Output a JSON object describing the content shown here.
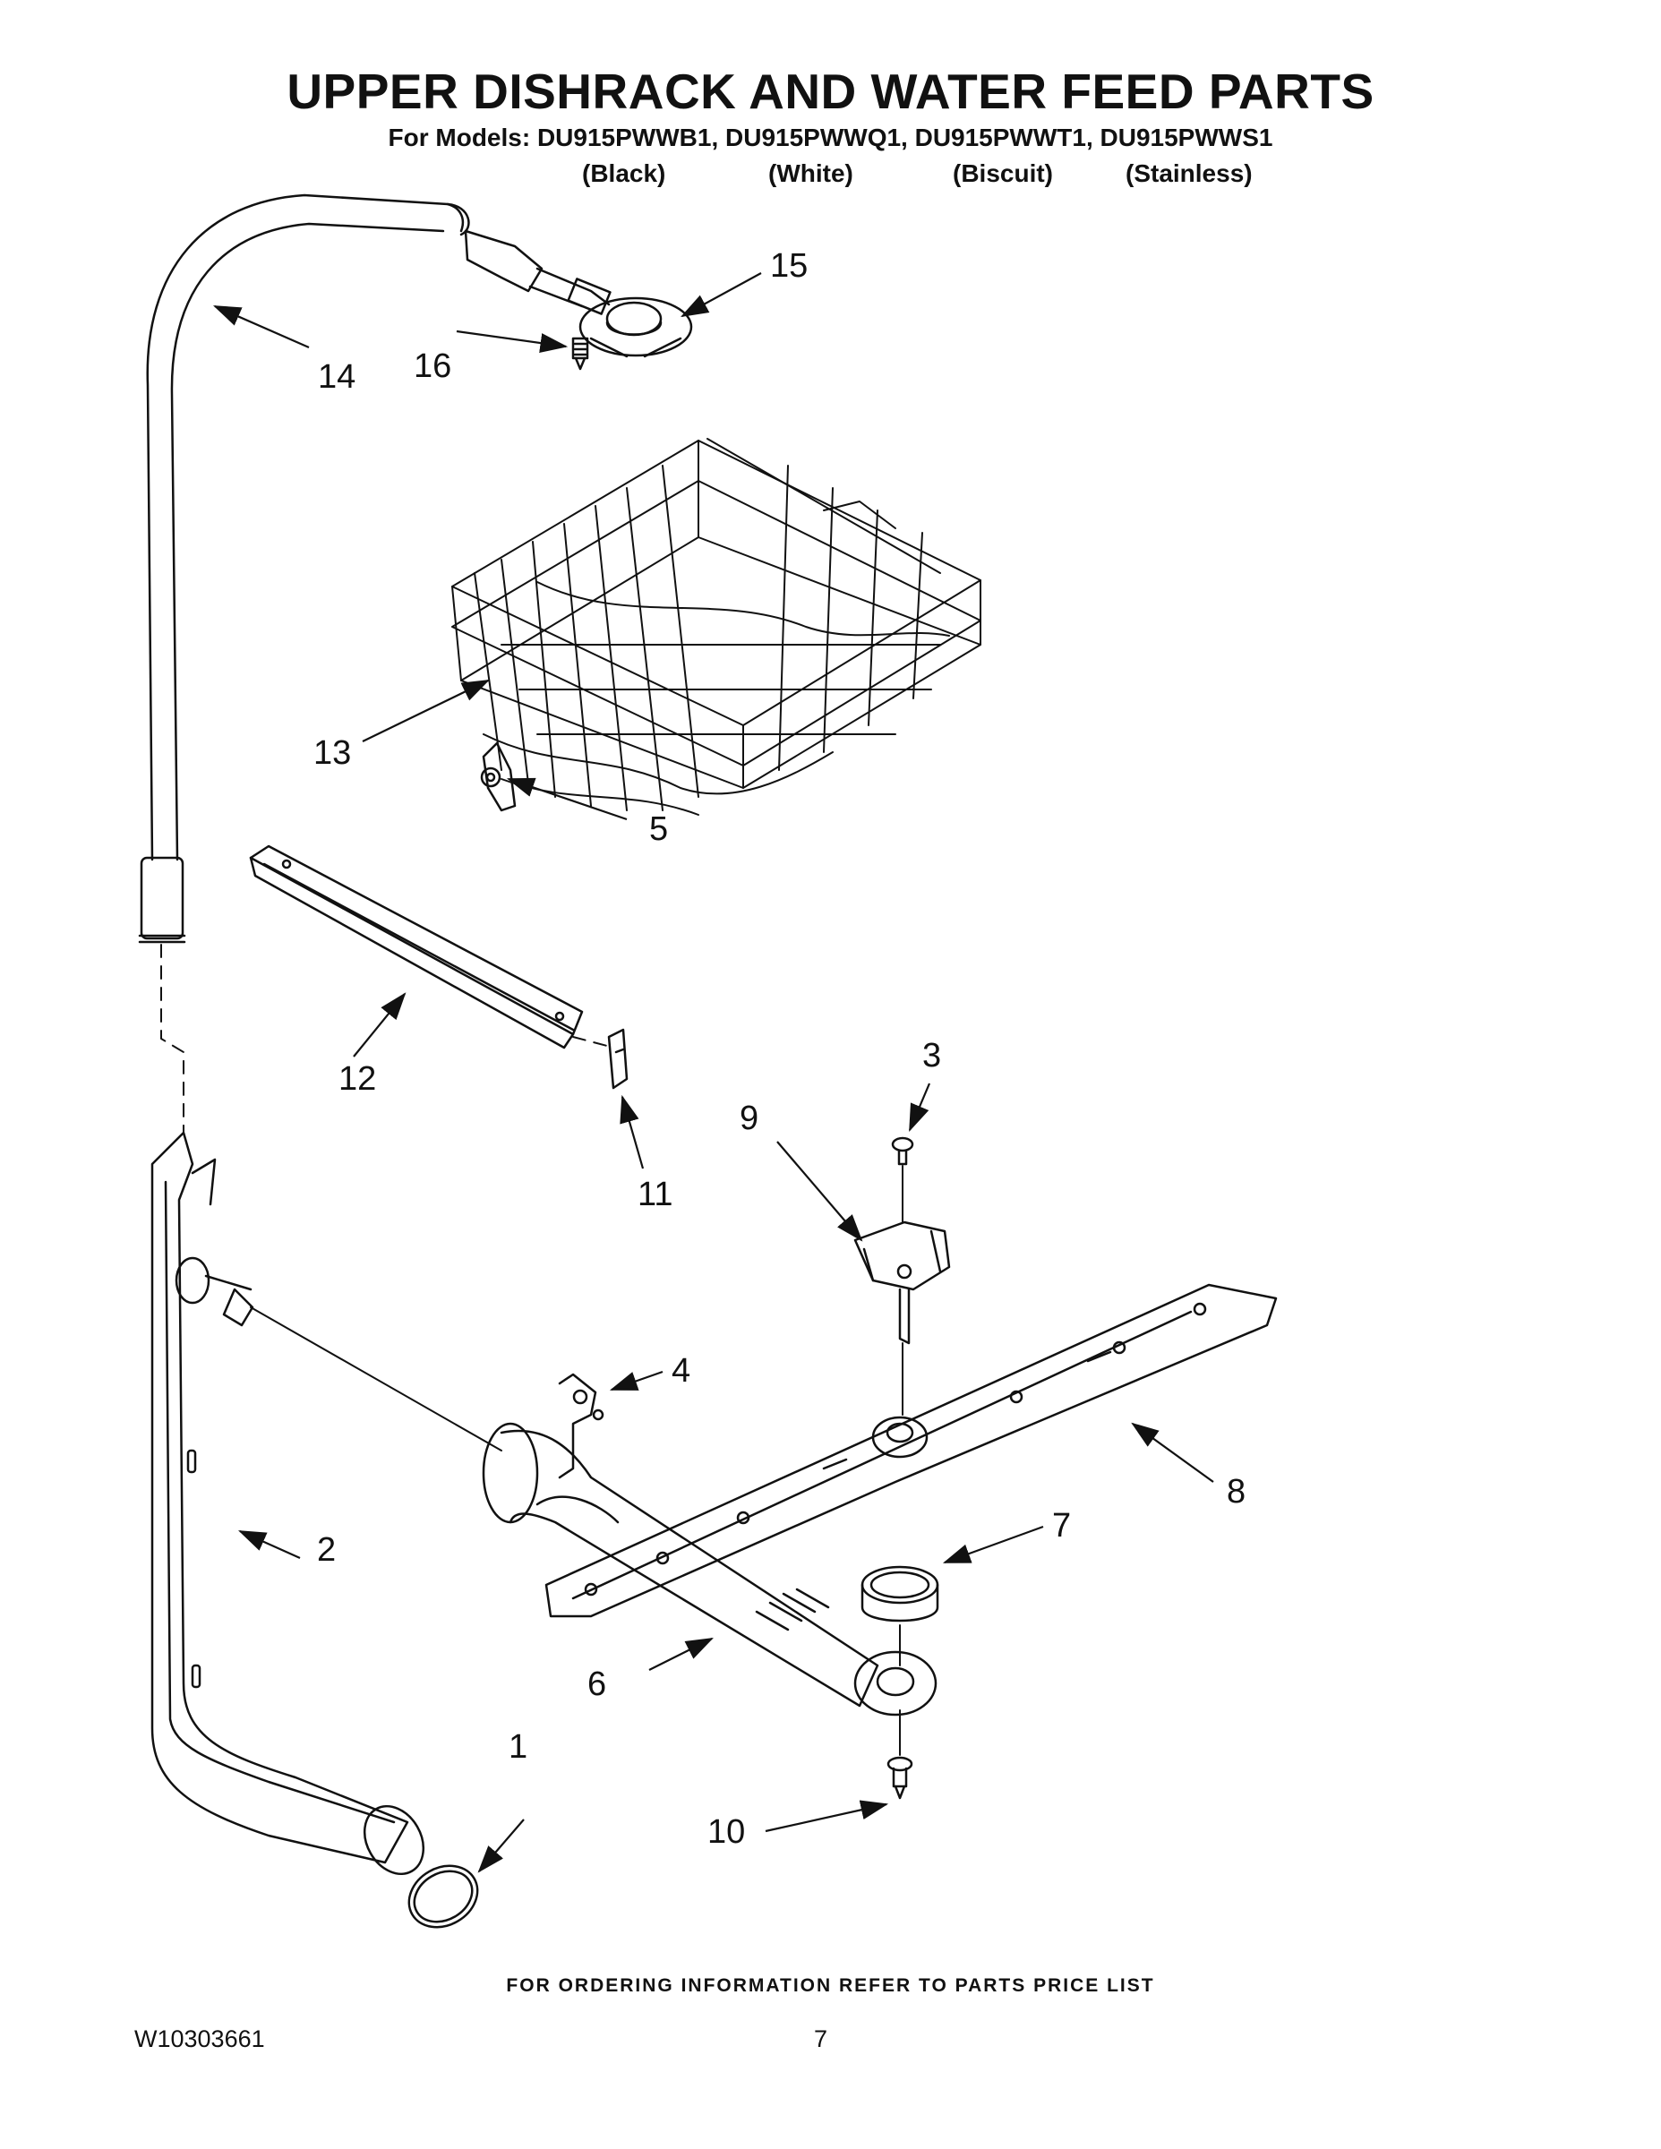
{
  "header": {
    "title": "UPPER DISHRACK AND WATER FEED PARTS",
    "models": "For Models: DU915PWWB1, DU915PWWQ1, DU915PWWT1, DU915PWWS1",
    "colors": [
      "(Black)",
      "(White)",
      "(Biscuit)",
      "(Stainless)"
    ]
  },
  "callouts": [
    "1",
    "2",
    "3",
    "4",
    "5",
    "6",
    "7",
    "8",
    "9",
    "10",
    "11",
    "12",
    "13",
    "14",
    "15",
    "16"
  ],
  "footer": {
    "ordering_note": "FOR ORDERING INFORMATION REFER TO PARTS PRICE LIST",
    "document_number": "W10303661",
    "page_number": "7"
  }
}
